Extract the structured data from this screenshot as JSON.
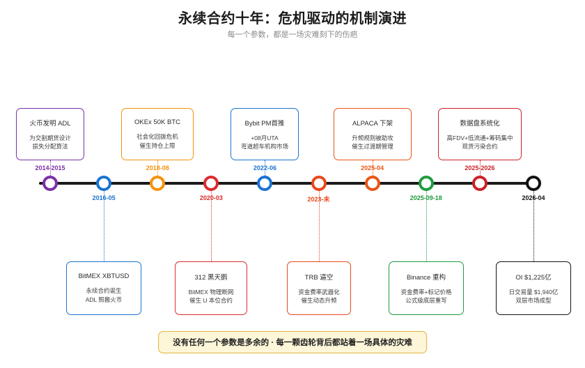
{
  "header": {
    "title": "永续合约十年：危机驱动的机制演进",
    "subtitle": "每一个参数，都是一场灾难刻下的伤疤"
  },
  "timeline": {
    "axis_color": "#1a1a1a",
    "nodes": [
      {
        "date": "2014-2015",
        "color": "#7b2fa8",
        "side": "top"
      },
      {
        "date": "2016-05",
        "color": "#1a73d0",
        "side": "bottom"
      },
      {
        "date": "2018-08",
        "color": "#f5920b",
        "side": "top"
      },
      {
        "date": "2020-03",
        "color": "#dd2a2a",
        "side": "bottom"
      },
      {
        "date": "2022-06",
        "color": "#1a73d0",
        "side": "top"
      },
      {
        "date": "2023-未",
        "color": "#e8481c",
        "side": "bottom"
      },
      {
        "date": "2025-04",
        "color": "#ea5514",
        "side": "top"
      },
      {
        "date": "2025-09-18",
        "color": "#1f9b3f",
        "side": "bottom"
      },
      {
        "date": "2025-2026",
        "color": "#cc2026",
        "side": "top"
      },
      {
        "date": "2026-04",
        "color": "#111111",
        "side": "bottom"
      }
    ],
    "cards": [
      {
        "title": "火币发明 ADL",
        "lines": [
          "为交割期货设计",
          "损失分配算法"
        ],
        "color": "#7b2fa8"
      },
      {
        "title": "BitMEX XBTUSD",
        "lines": [
          "永续合约诞生",
          "ADL 照搬火币"
        ],
        "color": "#1a73d0"
      },
      {
        "title": "OKEx 50K BTC",
        "lines": [
          "社会化回拨危机",
          "催生持仓上限"
        ],
        "color": "#f5920b"
      },
      {
        "title": "312 黑天鹅",
        "lines": [
          "BitMEX 物理断网",
          "催生 U 本位合约"
        ],
        "color": "#dd2a2a"
      },
      {
        "title": "Bybit PM首推",
        "lines": [
          "+08月UTA",
          "弯道超车机构市场"
        ],
        "color": "#1a73d0"
      },
      {
        "title": "TRB 逼空",
        "lines": [
          "资金费率武器化",
          "催生动态升频"
        ],
        "color": "#e8481c"
      },
      {
        "title": "ALPACA 下架",
        "lines": [
          "升频规则被助攻",
          "催生过渡期管理"
        ],
        "color": "#ea5514"
      },
      {
        "title": "Binance 重构",
        "lines": [
          "资金费率+标记价格",
          "公式级底层重写"
        ],
        "color": "#1f9b3f"
      },
      {
        "title": "数据盘系统化",
        "lines": [
          "高FDV+低流通+筹码集中",
          "现货污染合约"
        ],
        "color": "#cc2026"
      },
      {
        "title": "OI $1,225亿",
        "lines": [
          "日交易量 $1,940亿",
          "双层市场成型"
        ],
        "color": "#111111"
      }
    ]
  },
  "footer": {
    "text": "没有任何一个参数是多余的 · 每一颗齿轮背后都站着一场具体的灾难",
    "background": "#fdf6d8",
    "border": "#e3b23c"
  }
}
